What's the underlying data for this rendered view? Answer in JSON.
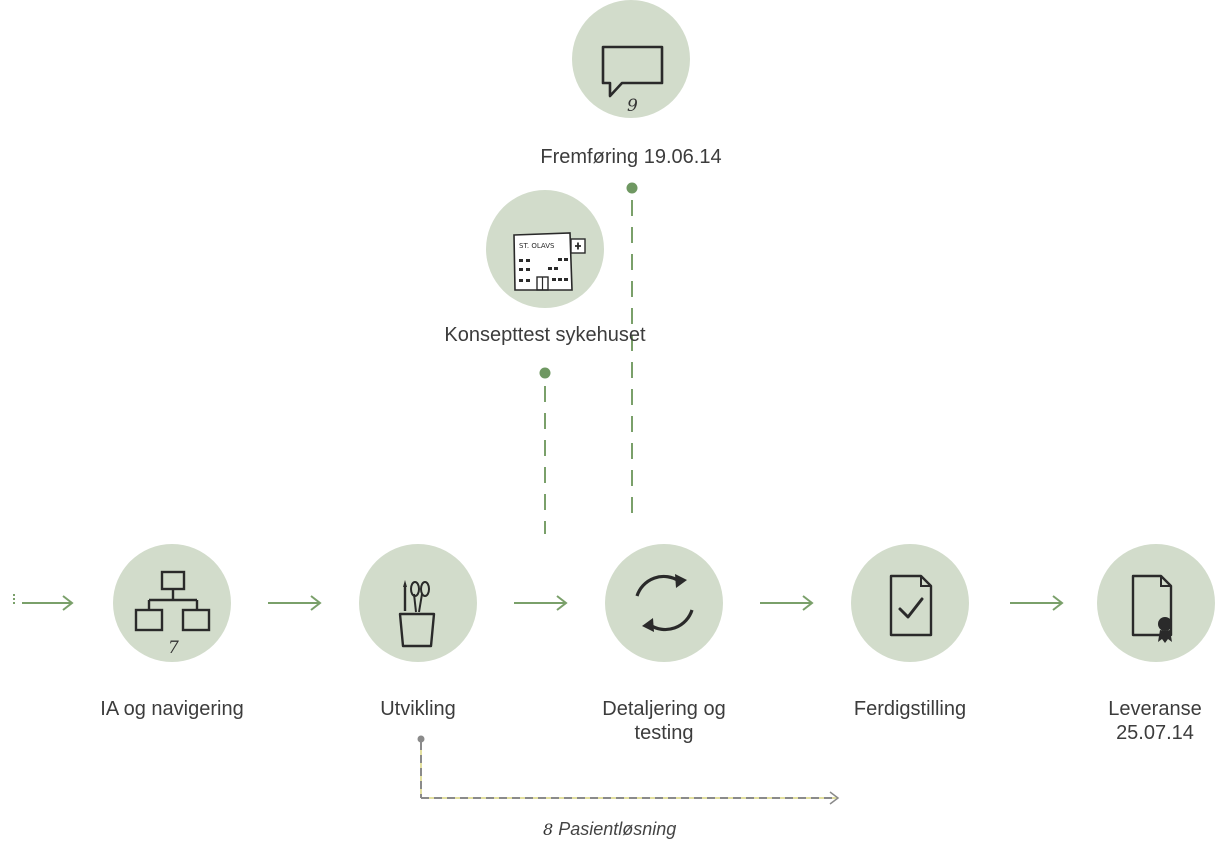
{
  "colors": {
    "circle_fill": "#d2dccb",
    "arrow_green": "#7aa06a",
    "dot_green": "#6f9862",
    "dash_gray": "#8a8a8a",
    "dash_yellow": "#e3e0a0"
  },
  "milestones": {
    "presentation": {
      "label": "Fremføring 19.06.14",
      "number": "9",
      "icon": "speech-bubble-icon"
    },
    "concept_test": {
      "label": "Konsepttest sykehuset",
      "sign": "ST. OLAVS",
      "icon": "hospital-building-icon"
    }
  },
  "phases": [
    {
      "label": "IA og navigering",
      "number": "7",
      "icon": "sitemap-icon"
    },
    {
      "label": "Utvikling",
      "icon": "pencil-cup-icon"
    },
    {
      "label_line1": "Detaljering og",
      "label_line2": "testing",
      "icon": "refresh-cycle-icon"
    },
    {
      "label": "Ferdigstilling",
      "icon": "document-check-icon"
    },
    {
      "label_line1": "Leveranse",
      "label_line2": "25.07.14",
      "icon": "certificate-document-icon"
    }
  ],
  "branch": {
    "number": "8",
    "label": "Pasientløsning"
  }
}
